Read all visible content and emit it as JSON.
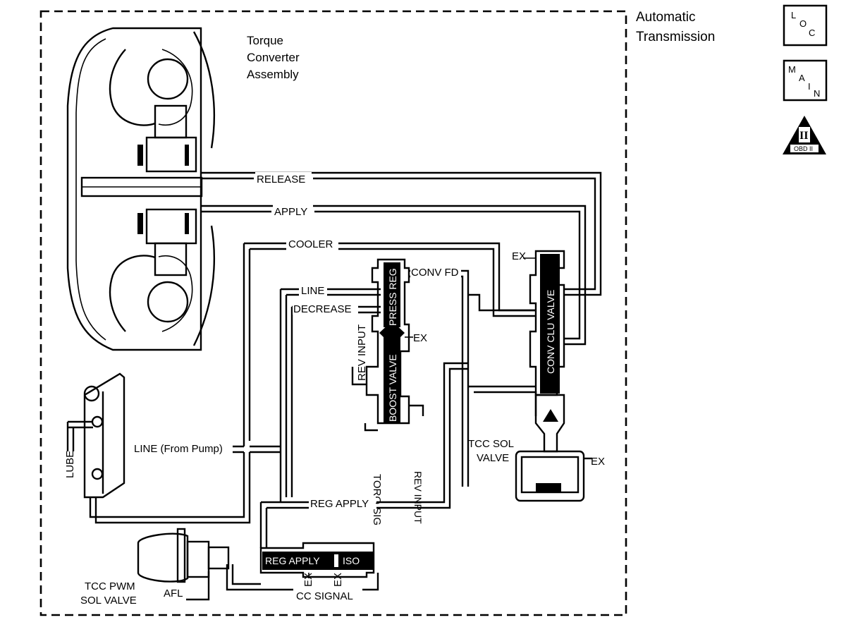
{
  "header": {
    "title_line1": "Automatic",
    "title_line2": "Transmission"
  },
  "badges": {
    "loc": {
      "l": "L",
      "o": "O",
      "c": "C"
    },
    "main": {
      "m": "M",
      "a": "A",
      "i": "I",
      "n": "N"
    },
    "obd": {
      "numeral": "II",
      "caption": "OBD II"
    }
  },
  "assembly": {
    "line1": "Torque",
    "line2": "Converter",
    "line3": "Assembly"
  },
  "passages": {
    "release": "RELEASE",
    "apply": "APPLY",
    "cooler": "COOLER",
    "line": "LINE",
    "decrease": "DECREASE",
    "conv_fd": "CONV FD",
    "ex": "EX",
    "rev_input": "REV INPUT",
    "torq_sig": "TORQ SIG",
    "line_from_pump": "LINE (From Pump)",
    "lube": "LUBE",
    "reg_apply": "REG APPLY",
    "cc_signal": "CC SIGNAL",
    "afl": "AFL"
  },
  "valves": {
    "press_reg": "PRESS REG",
    "boost_valve": "BOOST VALVE",
    "conv_clu_valve": "CONV CLU VALVE",
    "reg_apply_valve": "REG APPLY",
    "iso": "ISO",
    "tcc_sol_line1": "TCC SOL",
    "tcc_sol_line2": "VALVE",
    "tcc_pwm_line1": "TCC PWM",
    "tcc_pwm_line2": "SOL VALVE"
  }
}
